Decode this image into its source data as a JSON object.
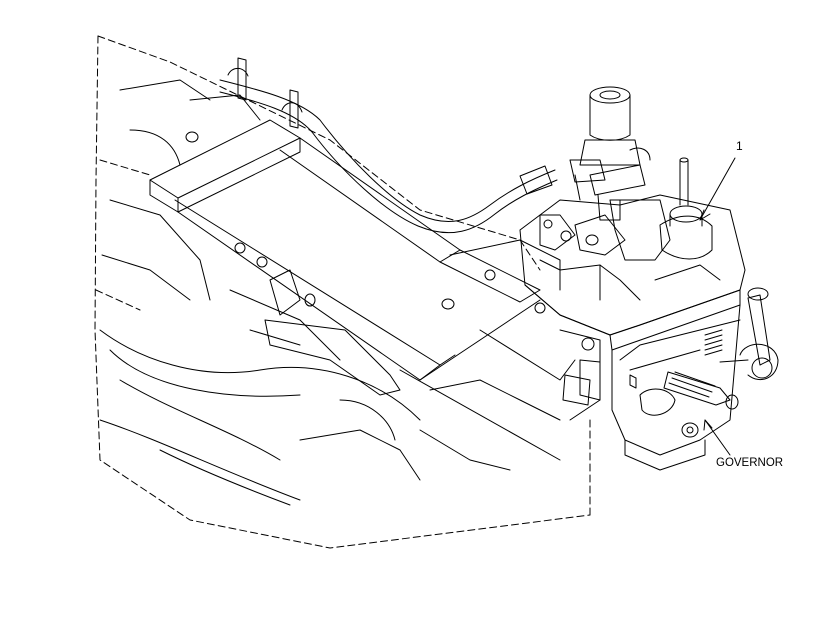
{
  "diagram": {
    "callouts": [
      {
        "id": "1",
        "text": "1"
      },
      {
        "id": "governor",
        "text": "GOVERNOR"
      }
    ]
  },
  "colors": {
    "ink": "#000000",
    "paper": "#ffffff"
  }
}
